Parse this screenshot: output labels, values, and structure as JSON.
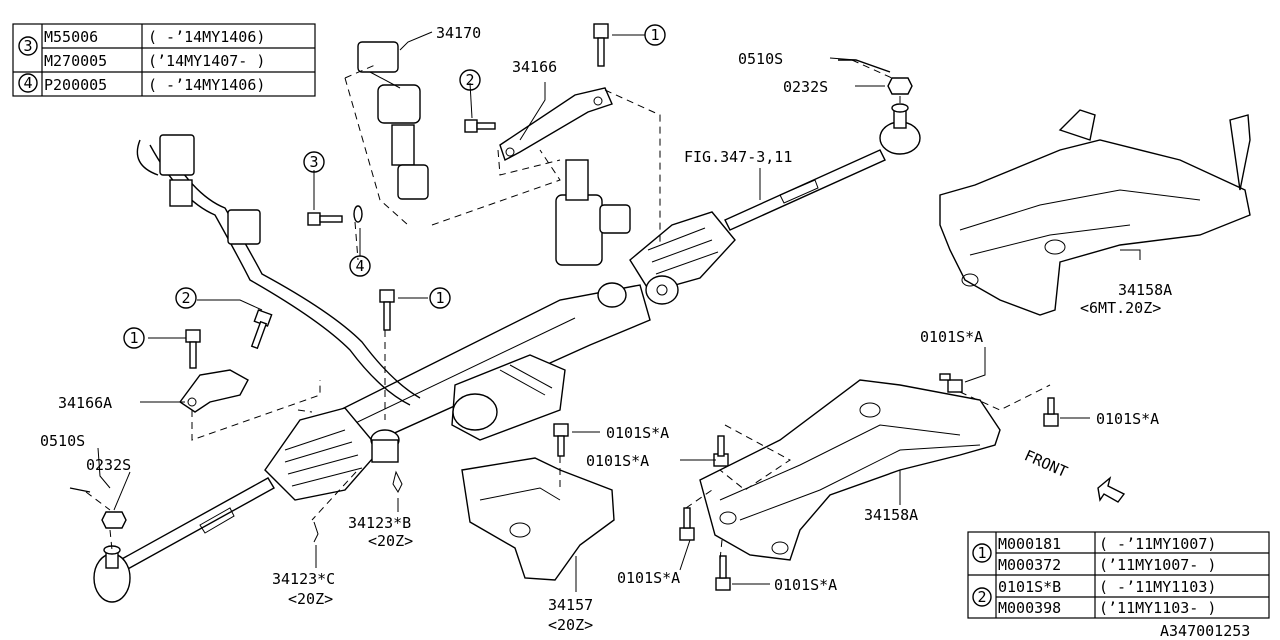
{
  "table_top": {
    "rows": [
      {
        "ref": "3",
        "part": "M55006",
        "range": "( -’14MY1406)"
      },
      {
        "ref": "",
        "part": "M270005",
        "range": "(’14MY1407- )"
      },
      {
        "ref": "4",
        "part": "P200005",
        "range": "( -’14MY1406)"
      }
    ]
  },
  "table_bottom": {
    "rows": [
      {
        "ref": "1",
        "part": "M000181",
        "range": "( -’11MY1007)"
      },
      {
        "ref": "",
        "part": "M000372",
        "range": "(’11MY1007- )"
      },
      {
        "ref": "2",
        "part": "0101S*B",
        "range": "( -’11MY1103)"
      },
      {
        "ref": "",
        "part": "M000398",
        "range": "(’11MY1103- )"
      }
    ]
  },
  "callouts": {
    "c1a": "1",
    "c1b": "1",
    "c1c": "1",
    "c2a": "2",
    "c2b": "2",
    "c3": "3",
    "c4": "4"
  },
  "labels": {
    "p34170": "34170",
    "p34166": "34166",
    "p0510S_top": "0510S",
    "p0232S_top": "0232S",
    "fig": "FIG.347-3,11",
    "p34158A_top": "34158A",
    "p34158A_top_note": "<6MT.20Z>",
    "p0101SA_1": "0101S*A",
    "p0101SA_2": "0101S*A",
    "p0101SA_3": "0101S*A",
    "p0101SA_4": "0101S*A",
    "p0101SA_5": "0101S*A",
    "p0101SA_6": "0101S*A",
    "p34166A": "34166A",
    "p0510S_bot": "0510S",
    "p0232S_bot": "0232S",
    "p34123B": "34123*B",
    "p34123B_note": "<20Z>",
    "p34123C": "34123*C",
    "p34123C_note": "<20Z>",
    "p34157": "34157",
    "p34157_note": "<20Z>",
    "p34158A_bot": "34158A",
    "front": "FRONT",
    "diagram_id": "A347001253"
  }
}
